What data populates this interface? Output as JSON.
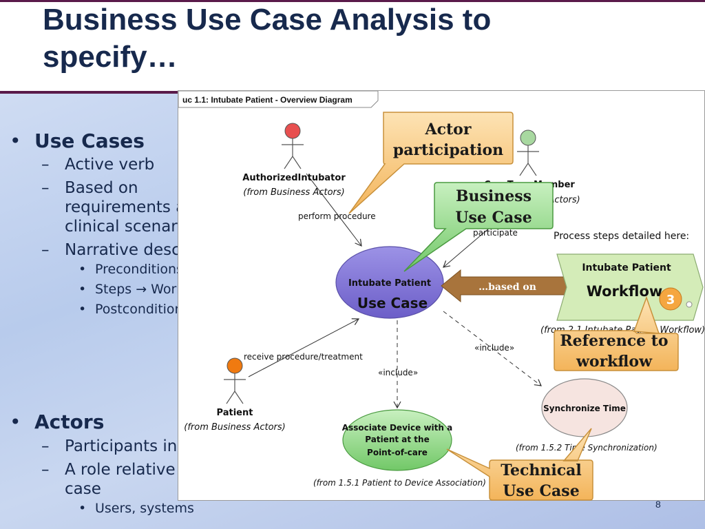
{
  "slide": {
    "title": "Business Use Case Analysis to specify…",
    "page_number": "8"
  },
  "bullets": {
    "use_cases": {
      "heading": "Use Cases",
      "items": [
        "Active verb",
        "Based on requirements and clinical scenarios",
        "Narrative description"
      ],
      "sub_items": [
        "Preconditions",
        "Steps → Workflow",
        "Postconditions"
      ]
    },
    "actors": {
      "heading": "Actors",
      "items": [
        "Participants in use cases",
        "A role relative to the use case"
      ],
      "sub_items": [
        "Users, systems"
      ]
    }
  },
  "diagram": {
    "frame_label": "uc 1.1: Intubate Patient - Overview Diagram",
    "actors": {
      "authorized": {
        "name": "AuthorizedIntubator",
        "origin": "(from Business Actors)",
        "head_color": "#e85050"
      },
      "care_team": {
        "name": "CareTeamMember",
        "origin": "(from Business Actors)",
        "head_color": "#a8d8a0"
      },
      "patient": {
        "name": "Patient",
        "origin": "(from Business Actors)",
        "head_color": "#f07a10"
      }
    },
    "edges": {
      "perform": "perform procedure",
      "participate": "participate",
      "receive": "receive procedure/treatment",
      "include_left": "«include»",
      "include_right": "«include»"
    },
    "use_case": {
      "line1": "Intubate Patient",
      "line2": "Use Case",
      "color": "#8478d8"
    },
    "associate": {
      "line1": "Associate Device with a",
      "line2": "Patient at the",
      "line3": "Point-of-care",
      "origin": "(from 1.5.1 Patient to Device Association)",
      "color": "#8ed888"
    },
    "sync": {
      "label": "Synchronize Time",
      "origin": "(from 1.5.2 Time Synchronization)",
      "color": "#f6e4e0"
    },
    "workflow": {
      "note": "Process steps detailed here:",
      "line1": "Intubate Patient",
      "line2": "Workflow",
      "badge": "3",
      "origin": "(from 2.1 Intubate Patient Workflow)",
      "color": "#d4ecb8"
    },
    "arrow_label": "…based on"
  },
  "callouts": {
    "actor_participation": {
      "line1": "Actor",
      "line2": "participation",
      "color": "#f6c06a"
    },
    "business_use_case": {
      "line1": "Business",
      "line2": "Use Case",
      "color": "#8ed484"
    },
    "reference_workflow": {
      "line1": "Reference to",
      "line2": "workflow",
      "color": "#f6c06a"
    },
    "technical_use_case": {
      "line1": "Technical",
      "line2": "Use Case",
      "color": "#f6c06a"
    }
  }
}
